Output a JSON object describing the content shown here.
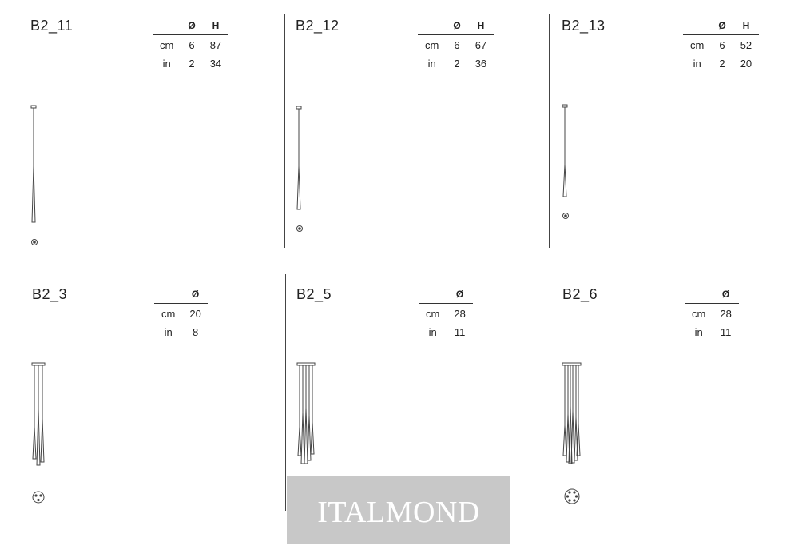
{
  "products": [
    {
      "model": "B2_11",
      "headers": [
        "",
        "Ø",
        "H"
      ],
      "rows": [
        [
          "cm",
          "6",
          "87"
        ],
        [
          "in",
          "2",
          "34"
        ]
      ]
    },
    {
      "model": "B2_12",
      "headers": [
        "",
        "Ø",
        "H"
      ],
      "rows": [
        [
          "cm",
          "6",
          "67"
        ],
        [
          "in",
          "2",
          "36"
        ]
      ]
    },
    {
      "model": "B2_13",
      "headers": [
        "",
        "Ø",
        "H"
      ],
      "rows": [
        [
          "cm",
          "6",
          "52"
        ],
        [
          "in",
          "2",
          "20"
        ]
      ]
    },
    {
      "model": "B2_3",
      "headers": [
        "",
        "Ø"
      ],
      "rows": [
        [
          "cm",
          "20"
        ],
        [
          "in",
          "8"
        ]
      ]
    },
    {
      "model": "B2_5",
      "headers": [
        "",
        "Ø"
      ],
      "rows": [
        [
          "cm",
          "28"
        ],
        [
          "in",
          "11"
        ]
      ]
    },
    {
      "model": "B2_6",
      "headers": [
        "",
        "Ø"
      ],
      "rows": [
        [
          "cm",
          "28"
        ],
        [
          "in",
          "11"
        ]
      ]
    }
  ],
  "watermark": "ITALMOND",
  "icons": {
    "single": "single-pendant-drawing-icon",
    "multi": "multi-pendant-drawing-icon",
    "canopy": "canopy-top-view-icon"
  },
  "colors": {
    "line": "#444444",
    "text": "#222222",
    "watermark_bg": "#c8c8c8",
    "watermark_text": "#ffffff"
  }
}
